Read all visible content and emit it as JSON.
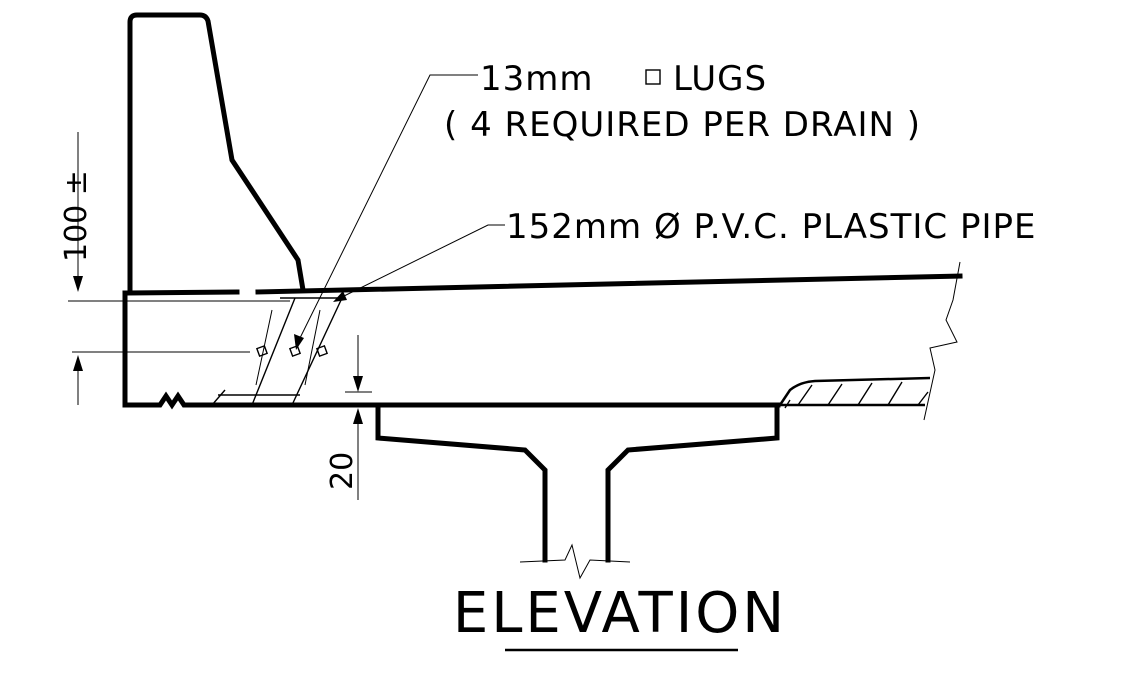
{
  "labels": {
    "lugs_line1": "13mm",
    "lugs_line1_rest": "LUGS",
    "lugs_line2": "( 4 REQUIRED PER DRAIN )",
    "pipe": "152mm  Ø P.V.C. PLASTIC PIPE"
  },
  "dimensions": {
    "top": "100 ±",
    "bottom": "20"
  },
  "title": "ELEVATION"
}
